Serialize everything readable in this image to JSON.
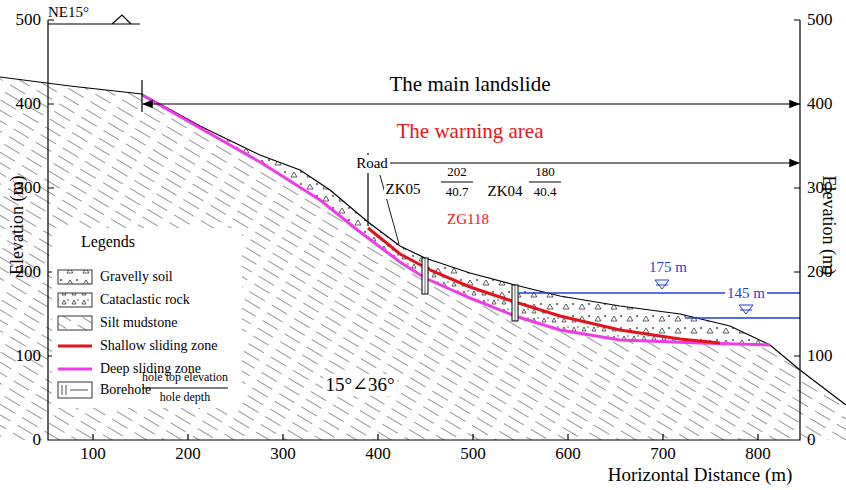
{
  "diagram": {
    "labels": [
      "NE15°",
      "Elevation (m)",
      "Elevation (m)",
      "0",
      "100",
      "200",
      "300",
      "400",
      "500",
      "0",
      "100",
      "200",
      "300",
      "400",
      "500",
      "100",
      "200",
      "300",
      "400",
      "500",
      "600",
      "700",
      "800",
      "Horizontal Distance (m)",
      "The main landslide",
      "The warning area",
      "Road",
      "ZK05",
      "202",
      "40.7",
      "ZK04",
      "180",
      "40.4",
      "ZG118",
      "175 m",
      "145 m",
      "15°∠36°",
      "Legends",
      "hole top elevation",
      "hole depth"
    ],
    "legend": [
      {
        "text": "Gravelly soil"
      },
      {
        "text": "Cataclastic rock"
      },
      {
        "text": "Silt mudstone"
      },
      {
        "text": "Shallow sliding zone"
      },
      {
        "text": "Deep sliding zone"
      },
      {
        "text": "Borehole"
      }
    ]
  }
}
